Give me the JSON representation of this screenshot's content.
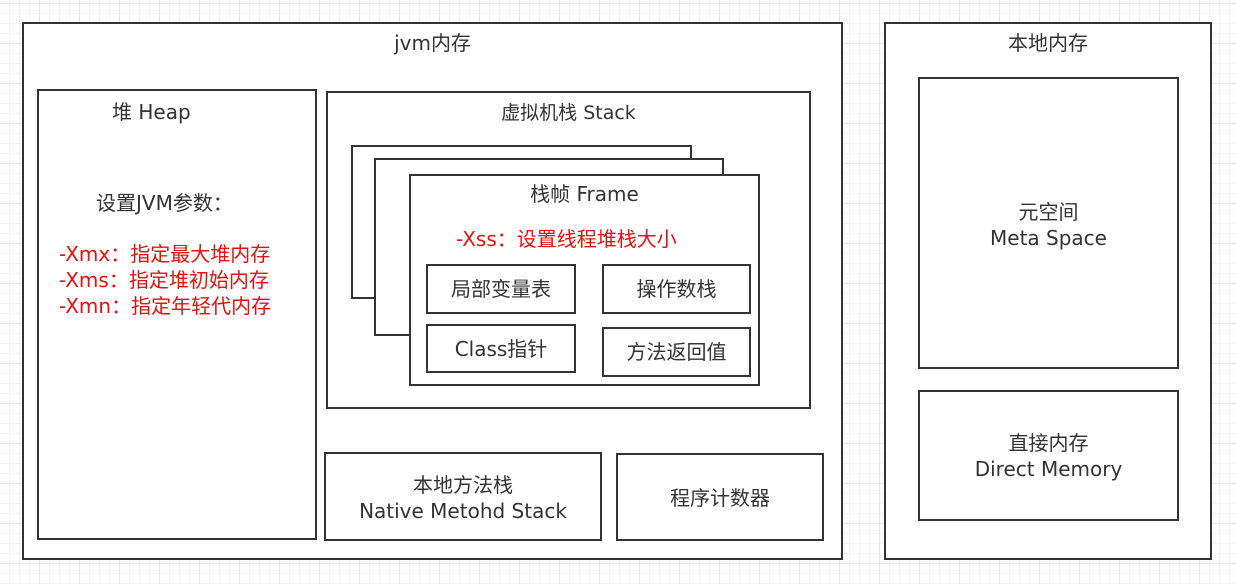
{
  "jvm": {
    "title": "jvm内存",
    "heap": {
      "title": "堆 Heap",
      "params_title": "设置JVM参数：",
      "params": [
        "-Xmx：指定最大堆内存",
        "-Xms：指定堆初始内存",
        "-Xmn：指定年轻代内存"
      ]
    },
    "vm_stack": {
      "title": "虚拟机栈 Stack",
      "frame": {
        "title": "栈帧 Frame",
        "param": "-Xss：设置线程堆栈大小",
        "items": [
          "局部变量表",
          "操作数栈",
          "Class指针",
          "方法返回值"
        ]
      }
    },
    "native_stack": {
      "line1": "本地方法栈",
      "line2": "Native Metohd Stack"
    },
    "pc": {
      "title": "程序计数器"
    }
  },
  "native_memory": {
    "title": "本地内存",
    "meta_space": {
      "line1": "元空间",
      "line2": "Meta Space"
    },
    "direct_memory": {
      "line1": "直接内存",
      "line2": "Direct Memory"
    }
  },
  "colors": {
    "border": "#333333",
    "param_text": "#e8100e",
    "grid": "#e6e6e6"
  }
}
